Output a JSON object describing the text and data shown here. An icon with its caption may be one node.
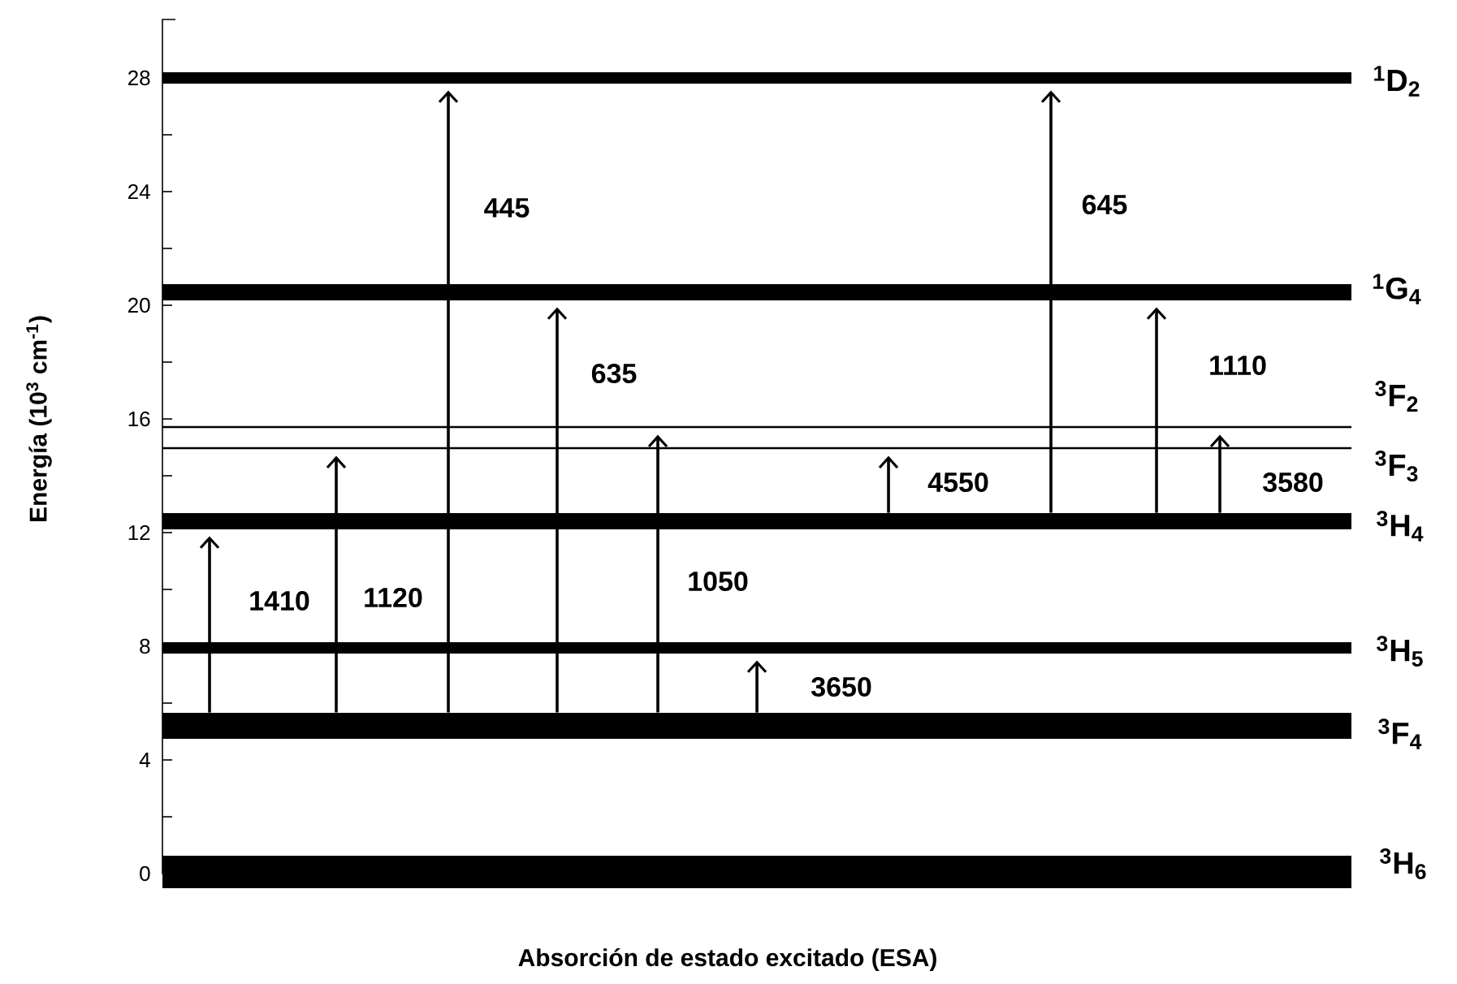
{
  "diagram": {
    "caption": "Absorción de estado excitado (ESA)",
    "nodes": [
      {
        "text": [
          "$^{1}$D$_{2}$"
        ]
      },
      {
        "text": [
          "$^{1}$G$_{4}$"
        ]
      },
      {
        "text": [
          "$^{3}$F$_{2}$"
        ]
      },
      {
        "text": [
          "$^{3}$F$_{3}$"
        ]
      },
      {
        "text": [
          "$^{3}$H$_{4}$"
        ]
      },
      {
        "text": [
          "$^{3}$H$_{5}$"
        ]
      },
      {
        "text": [
          "$^{3}$F$_{4}$"
        ]
      },
      {
        "text": [
          "$^{3}$H$_{6}$"
        ]
      }
    ],
    "edges": [
      {
        "from": 6,
        "to": 4,
        "arrow": "to",
        "label": "1410"
      },
      {
        "from": 6,
        "to": 3,
        "arrow": "to",
        "label": "1120"
      },
      {
        "from": 6,
        "to": 0,
        "arrow": "to",
        "label": "445"
      },
      {
        "from": 6,
        "to": 1,
        "arrow": "to",
        "label": "635"
      },
      {
        "from": 6,
        "to": 2,
        "arrow": "to",
        "label": "1050"
      },
      {
        "from": 6,
        "to": 5,
        "arrow": "to",
        "label": "3650"
      },
      {
        "from": 4,
        "to": 3,
        "arrow": "to",
        "label": "4550"
      },
      {
        "from": 4,
        "to": 0,
        "arrow": "to",
        "label": "645"
      },
      {
        "from": 4,
        "to": 1,
        "arrow": "to",
        "label": "1110"
      },
      {
        "from": 4,
        "to": 2,
        "arrow": "to",
        "label": "3580"
      }
    ],
    "labels": [
      "28",
      "24",
      "20",
      "16",
      "12",
      "8",
      "4",
      "0",
      "Energía (10$^{3}$ cm$^{-1}$)"
    ]
  }
}
